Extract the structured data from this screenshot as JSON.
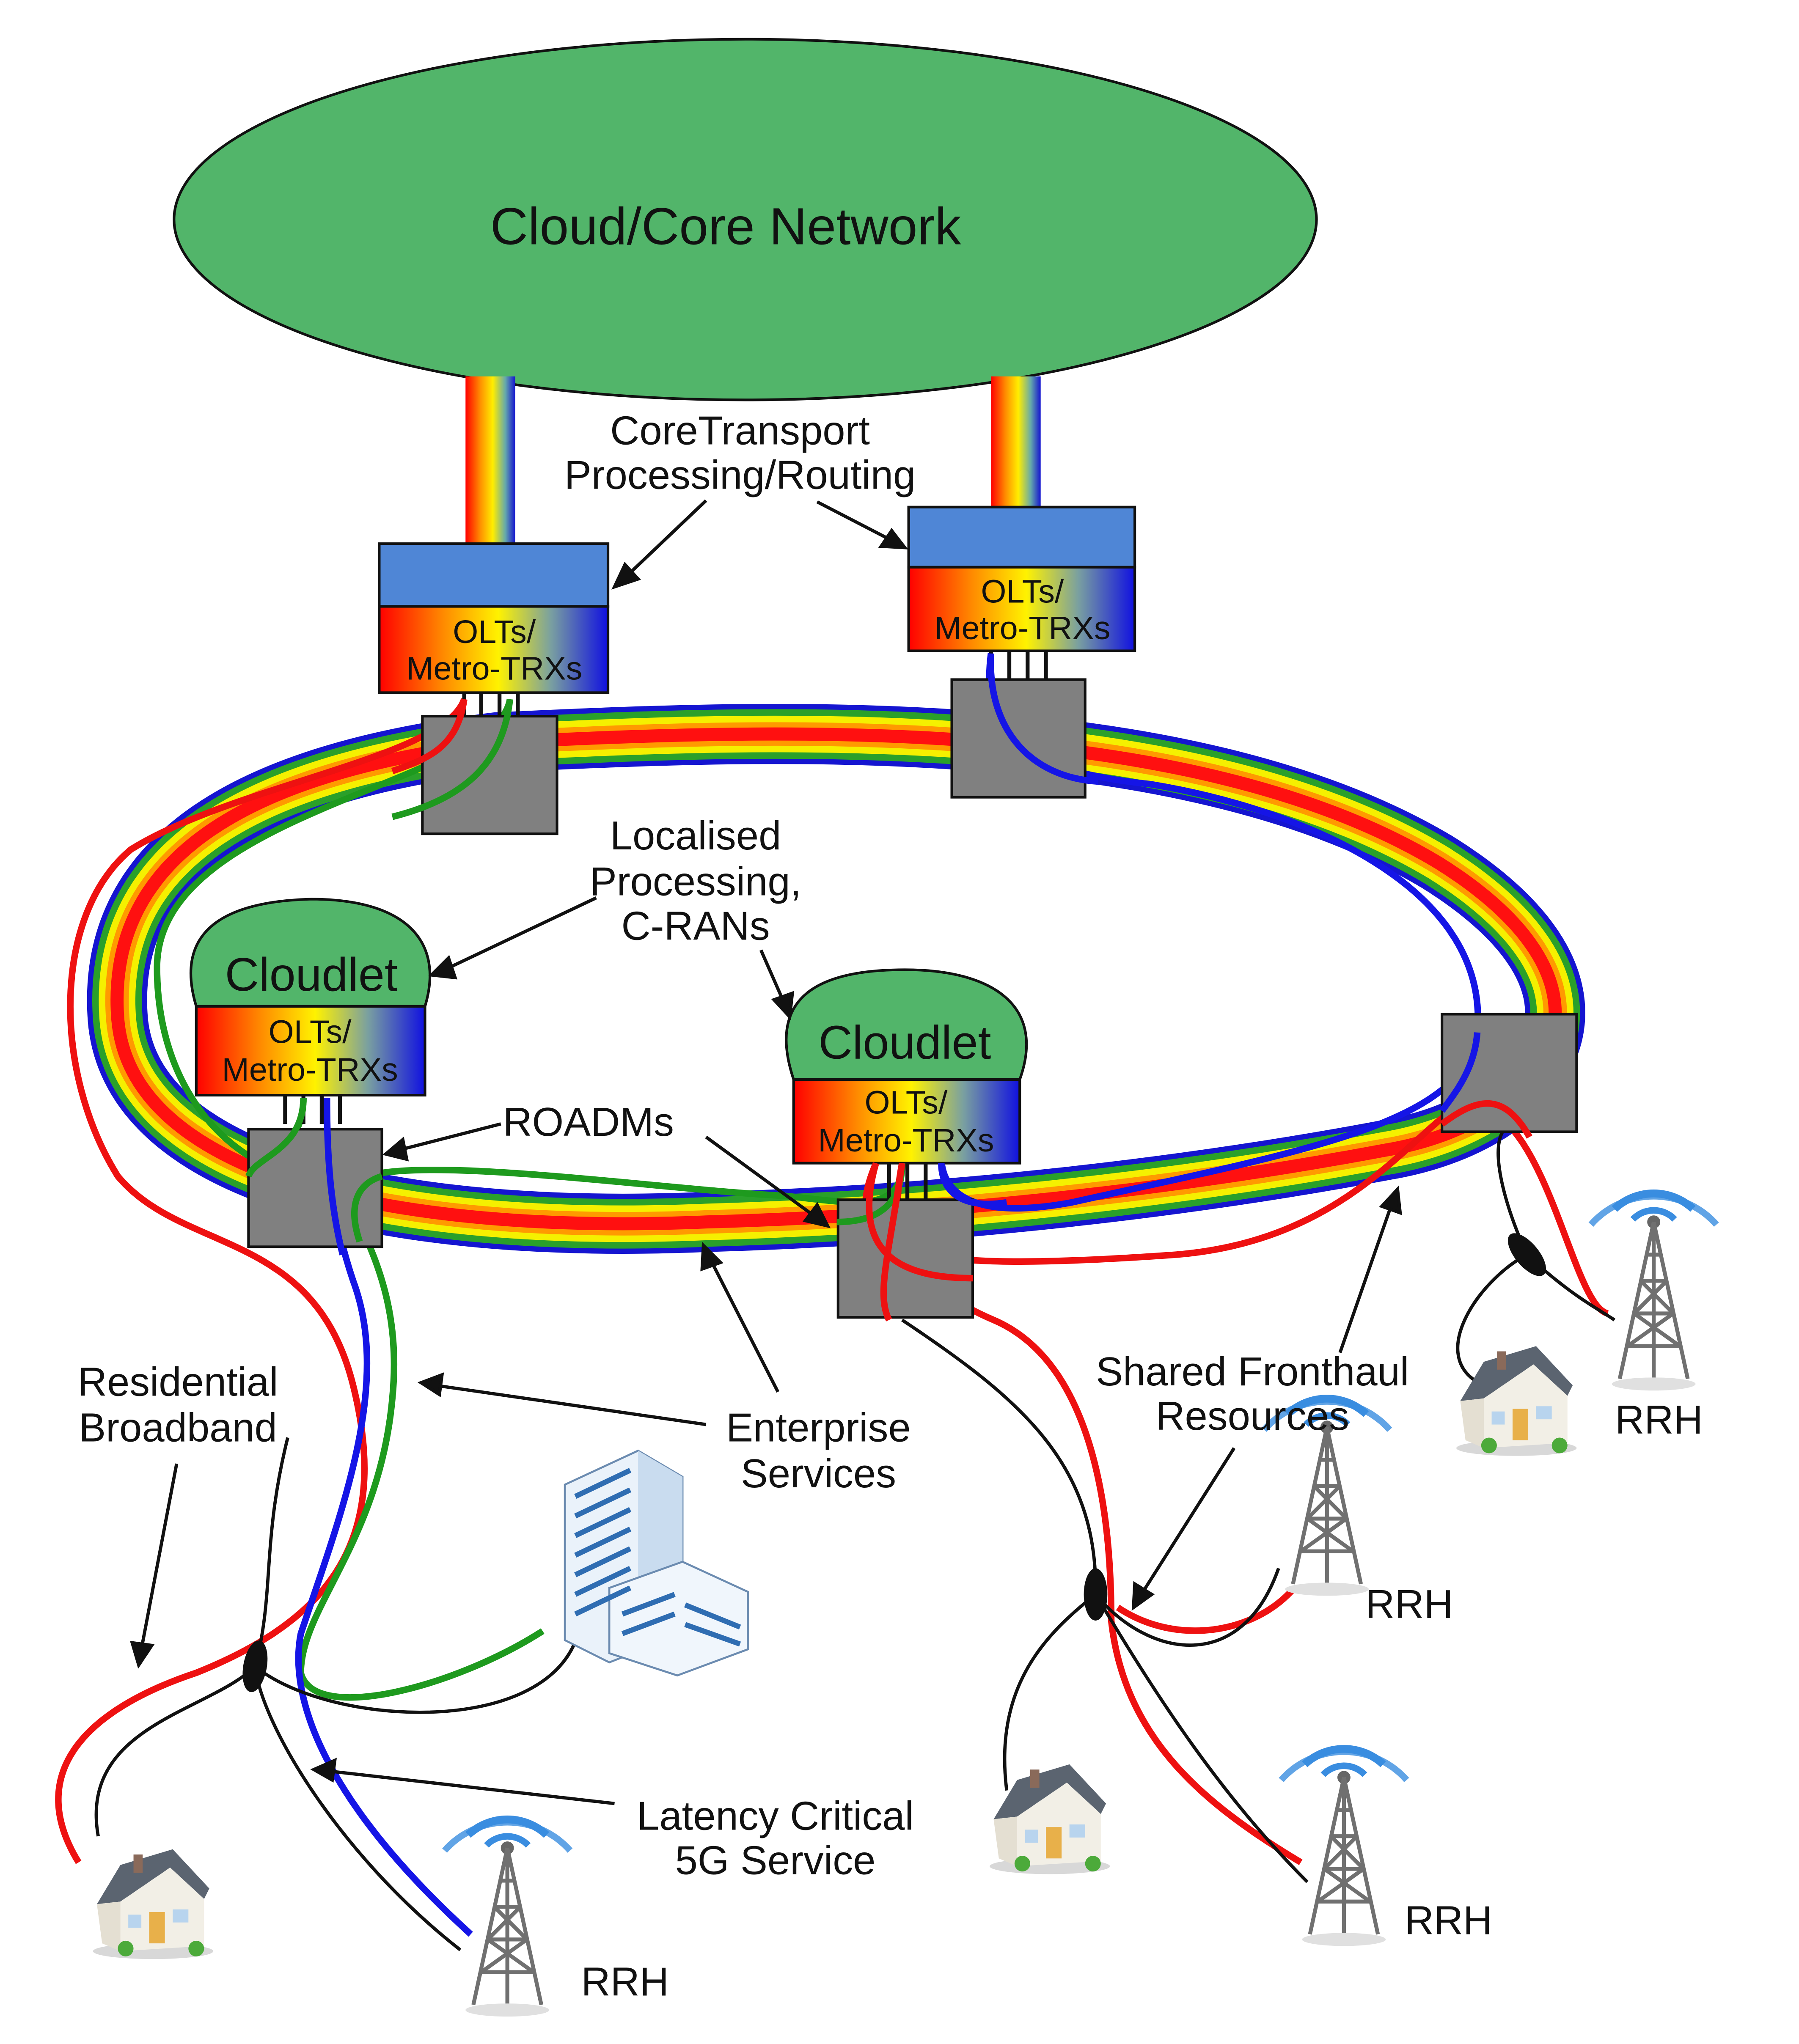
{
  "core": {
    "label": "Cloud/Core Network"
  },
  "labels": {
    "core_transport_1": "CoreTransport",
    "core_transport_2": "Processing/Routing",
    "localised_1": "Localised",
    "localised_2": "Processing,",
    "localised_3": "C-RANs",
    "roadms": "ROADMs",
    "enterprise_1": "Enterprise",
    "enterprise_2": "Services",
    "residential_1": "Residential",
    "residential_2": "Broadband",
    "shared_1": "Shared Fronthaul",
    "shared_2": "Resources",
    "latency_1": "Latency Critical",
    "latency_2": "5G Service"
  },
  "olt": {
    "line1": "OLTs/",
    "line2": "Metro-TRXs"
  },
  "cloudlet": {
    "label": "Cloudlet"
  },
  "rrh": {
    "label": "RRH"
  },
  "colors": {
    "core_fill": "#52b56a",
    "header_blue": "#4f86d6",
    "roadm_gray": "#808080",
    "fiber_red": "#ee1111",
    "fiber_green": "#1e9a1e",
    "fiber_blue": "#1515e6",
    "tower_blue": "#3a8de0"
  }
}
